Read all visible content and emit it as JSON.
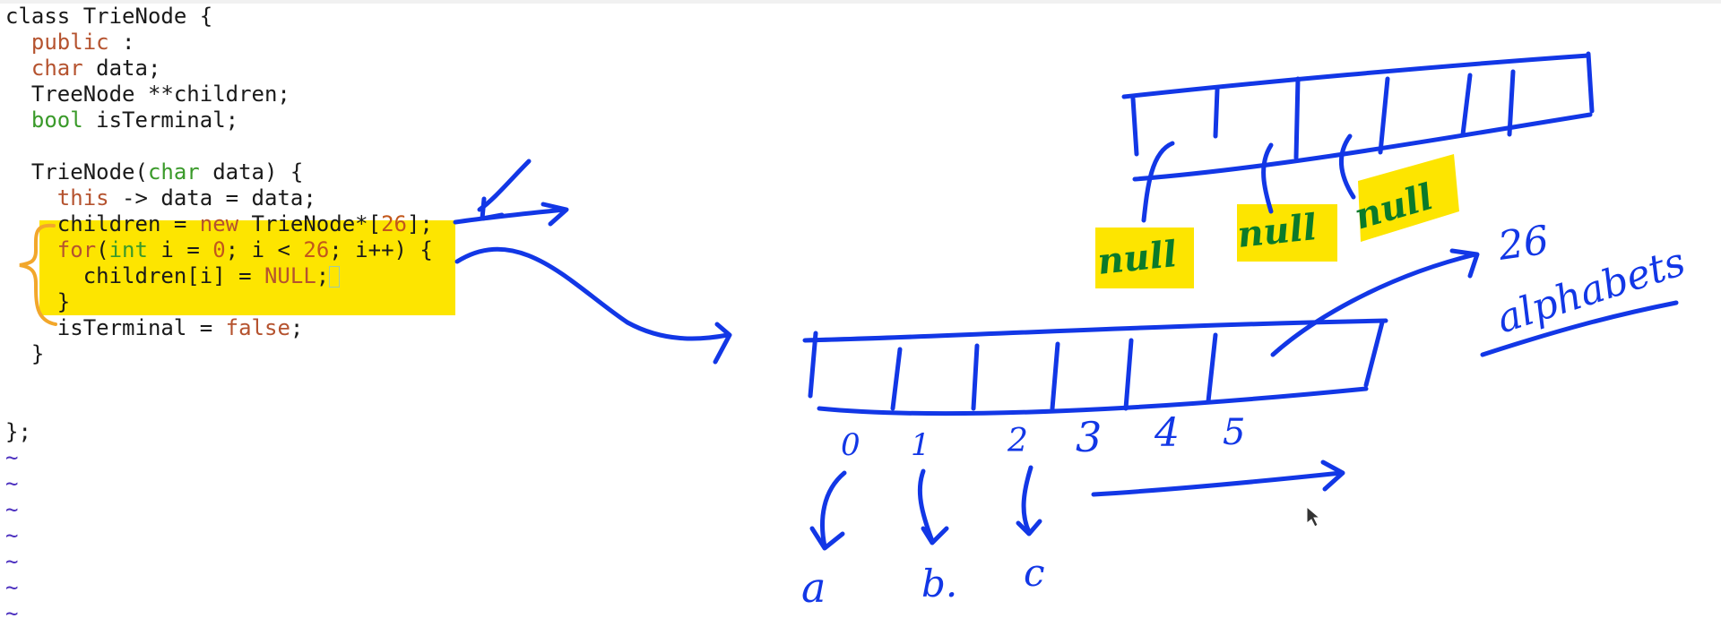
{
  "editor": {
    "lines": [
      {
        "k": "line-class-decl",
        "t": "class TrieNode {"
      },
      {
        "k": "line-public",
        "t": "  public :"
      },
      {
        "k": "line-char-data",
        "t": "  char data;"
      },
      {
        "k": "line-children-decl",
        "t": "  TreeNode **children;"
      },
      {
        "k": "line-isterminal-decl",
        "t": "  bool isTerminal;"
      },
      {
        "k": "line-blank",
        "t": ""
      },
      {
        "k": "line-constructor",
        "t": "  TrieNode(char data) {"
      },
      {
        "k": "line-this-data",
        "t": "    this -> data = data;"
      },
      {
        "k": "line-children-new",
        "t": "    children = new TrieNode*[26];"
      },
      {
        "k": "line-for-loop",
        "t": "    for(int i = 0; i < 26; i++) {"
      },
      {
        "k": "line-children-null",
        "t": "      children[i] = NULL;"
      },
      {
        "k": "line-for-close",
        "t": "    }"
      },
      {
        "k": "line-isterminal-false",
        "t": "    isTerminal = false;"
      },
      {
        "k": "line-ctor-close",
        "t": "  }"
      },
      {
        "k": "line-blank-2",
        "t": ""
      },
      {
        "k": "line-blank-3",
        "t": ""
      },
      {
        "k": "line-class-close",
        "t": "};"
      },
      {
        "k": "tilde-1",
        "t": "~"
      },
      {
        "k": "tilde-2",
        "t": "~"
      },
      {
        "k": "tilde-3",
        "t": "~"
      },
      {
        "k": "tilde-4",
        "t": "~"
      },
      {
        "k": "tilde-5",
        "t": "~"
      },
      {
        "k": "tilde-6",
        "t": "~"
      },
      {
        "k": "tilde-7",
        "t": "~"
      }
    ]
  },
  "annotations": {
    "index_0": "0",
    "index_1": "1",
    "index_2": "2",
    "index_3": "3",
    "index_4": "4",
    "index_5": "5",
    "letter_a": "a",
    "letter_b": "b.",
    "letter_c": "c",
    "count_26": "26",
    "alphabets": "alphabets",
    "null_1": "null",
    "null_2": "null",
    "null_3": "null"
  },
  "colors": {
    "ink": "#1237e6",
    "highlight": "#fde500",
    "brace": "#f2a72b",
    "keyword_brown": "#b5532f",
    "keyword_green": "#3a9a2a",
    "number": "#c2571c",
    "tilde": "#4b2fbf"
  }
}
